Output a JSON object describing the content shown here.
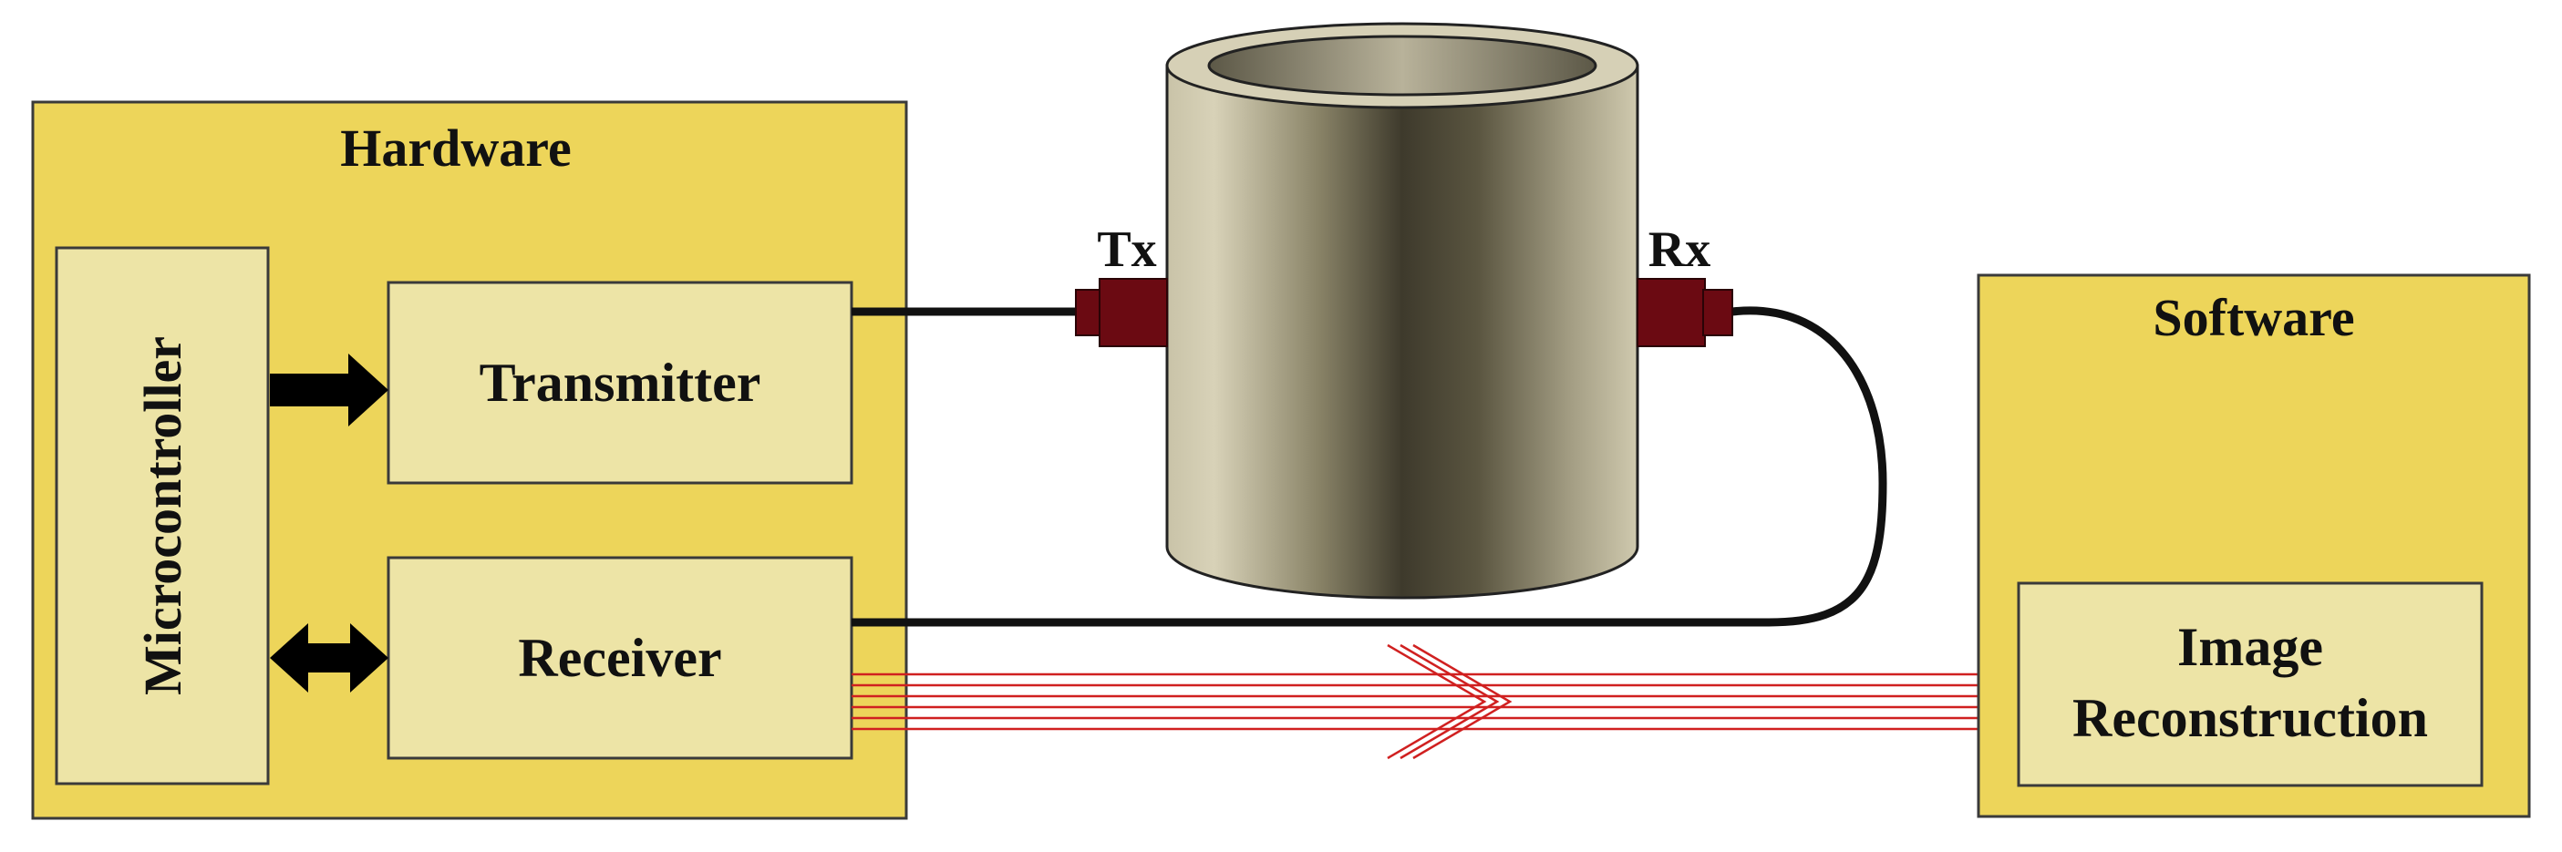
{
  "diagram": {
    "hardware": {
      "title": "Hardware",
      "microcontroller": "Microcontroller",
      "transmitter": "Transmitter",
      "receiver": "Receiver"
    },
    "sensor": {
      "tx_label": "Tx",
      "rx_label": "Rx"
    },
    "software": {
      "title": "Software",
      "image_line1": "Image",
      "image_line2": "Reconstruction"
    },
    "colors": {
      "panel": "#EDD55A",
      "inner_box": "#EDE4A6",
      "connector": "#6B0A12",
      "data_lines": "#D02020",
      "cable": "#111111"
    }
  }
}
